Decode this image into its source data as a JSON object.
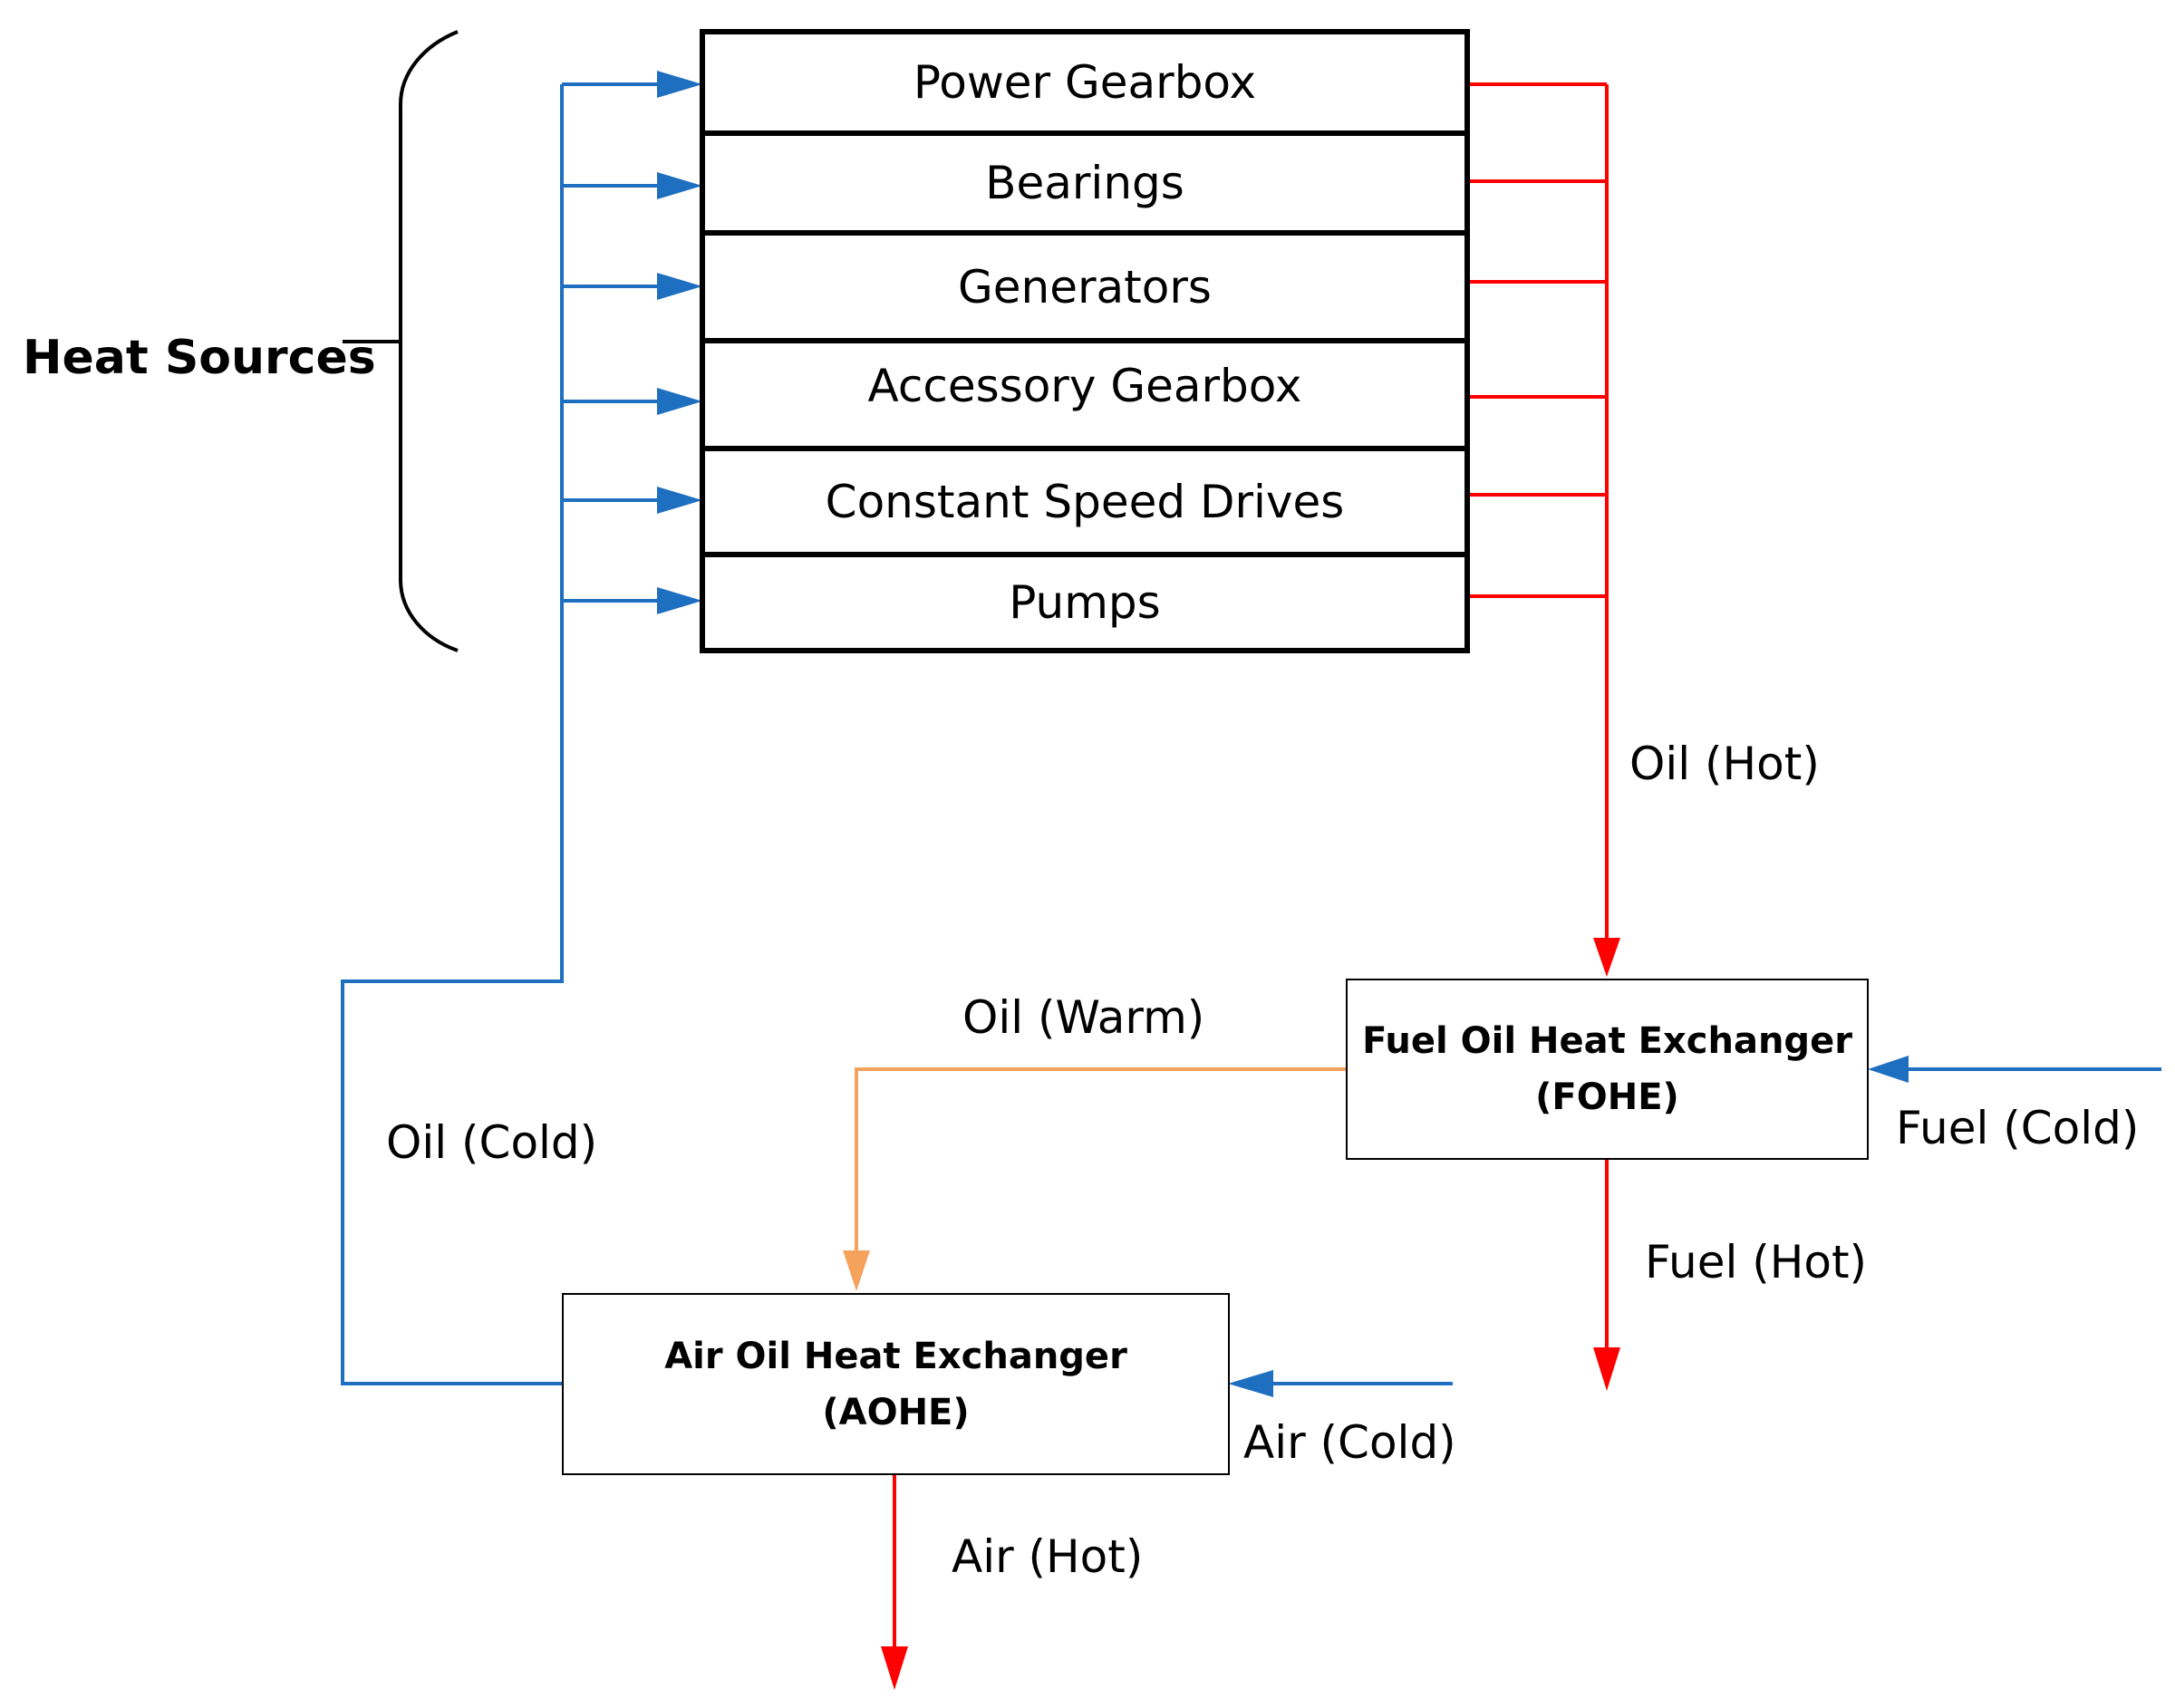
{
  "heat_sources": {
    "title": "Heat Sources",
    "items": [
      {
        "label": "Power Gearbox"
      },
      {
        "label": "Bearings"
      },
      {
        "label": "Generators"
      },
      {
        "label": "Accessory Gearbox"
      },
      {
        "label": "Constant Speed Drives"
      },
      {
        "label": "Pumps"
      }
    ]
  },
  "fohe": {
    "line1": "Fuel Oil Heat Exchanger",
    "line2": "(FOHE)"
  },
  "aohe": {
    "line1": "Air Oil Heat Exchanger",
    "line2": "(AOHE)"
  },
  "flows": {
    "oil_hot": "Oil (Hot)",
    "oil_warm": "Oil (Warm)",
    "oil_cold": "Oil (Cold)",
    "fuel_cold": "Fuel (Cold)",
    "fuel_hot": "Fuel (Hot)",
    "air_cold": "Air (Cold)",
    "air_hot": "Air (Hot)"
  },
  "colors": {
    "cold": "#1f6fc1",
    "hot": "#ff0000",
    "warm": "#f5a25d",
    "box_border": "#000000"
  }
}
